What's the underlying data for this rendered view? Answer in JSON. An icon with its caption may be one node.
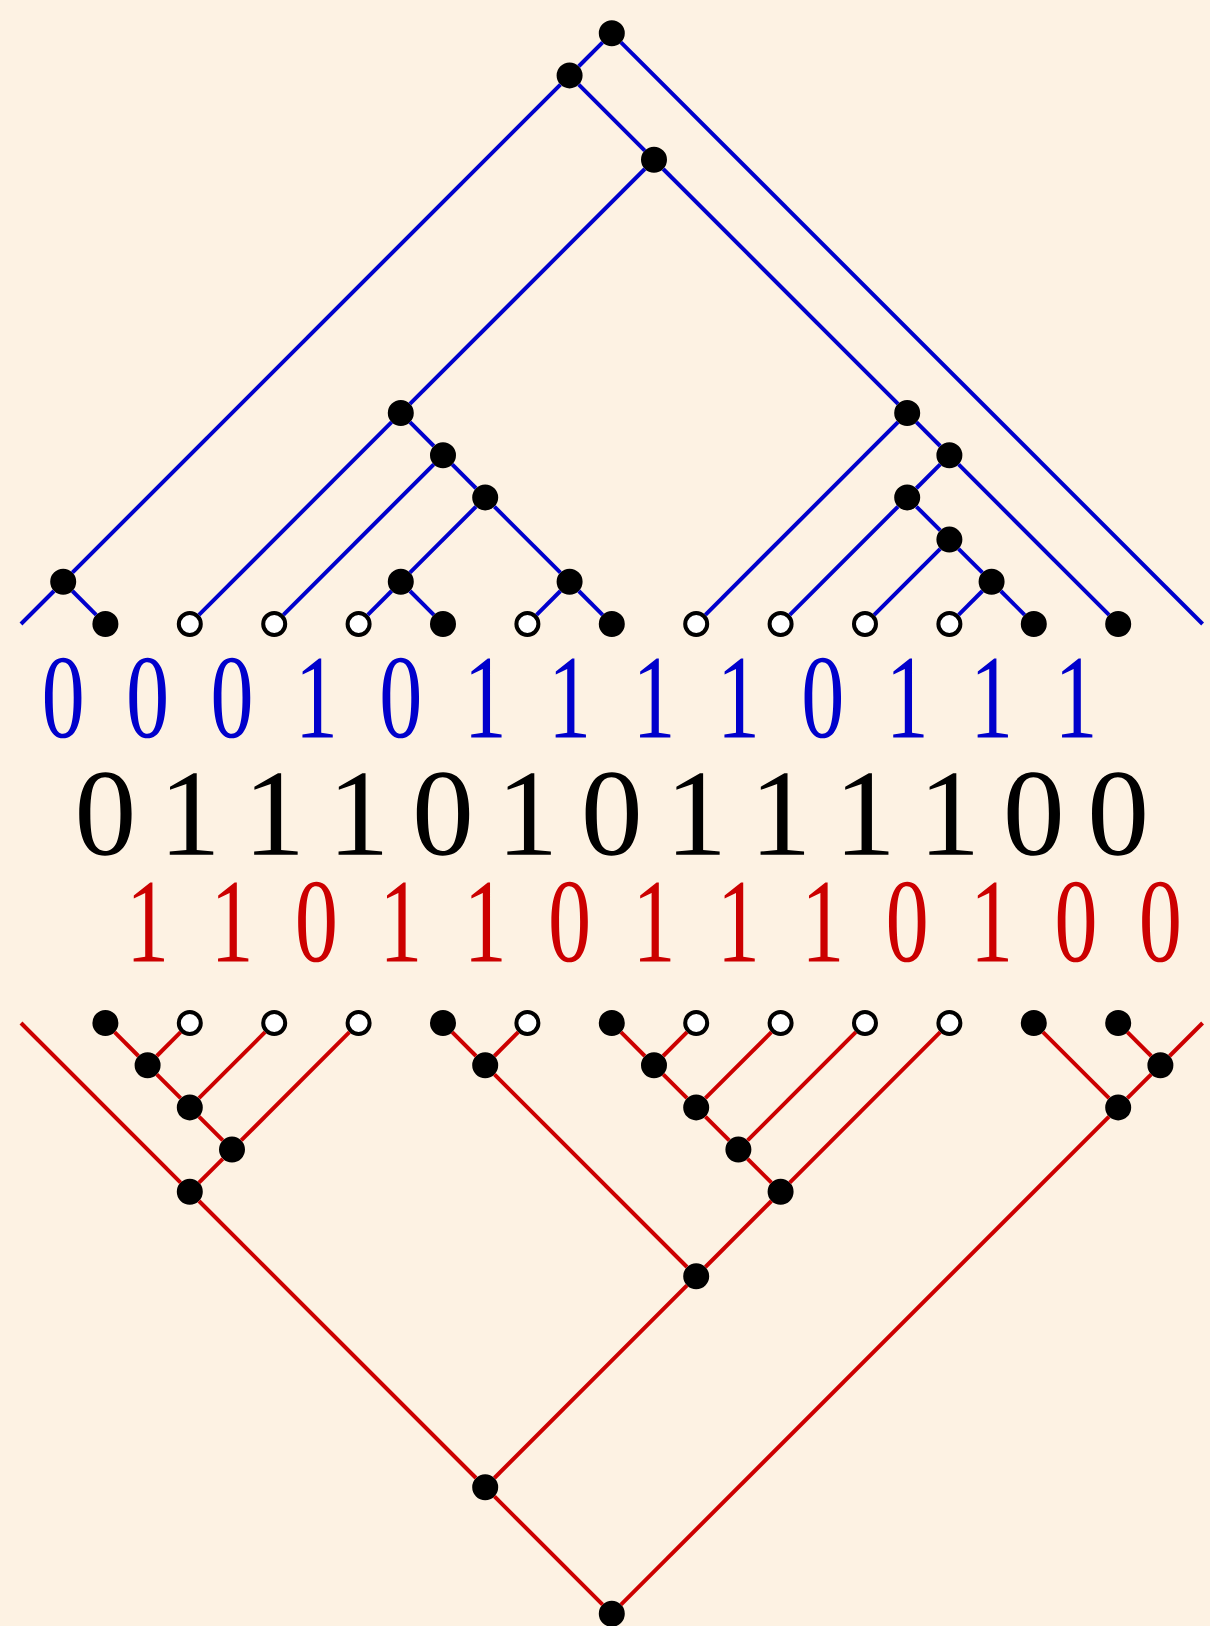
{
  "diagram": {
    "nodes": [
      {
        "text": [],
        "shape": "circle"
      },
      {
        "text": [],
        "shape": "circle"
      },
      {
        "text": [],
        "shape": "circle"
      },
      {
        "text": [],
        "shape": "circle"
      },
      {
        "text": [],
        "shape": "circle"
      },
      {
        "text": [],
        "shape": "circle"
      },
      {
        "text": [],
        "shape": "circle"
      },
      {
        "text": [],
        "shape": "circle"
      },
      {
        "text": [],
        "shape": "circle"
      },
      {
        "text": [],
        "shape": "circle"
      },
      {
        "text": [],
        "shape": "circle"
      },
      {
        "text": [],
        "shape": "circle"
      },
      {
        "text": [],
        "shape": "circle"
      },
      {
        "text": [],
        "shape": "circle"
      },
      {
        "text": [],
        "shape": "circle"
      },
      {
        "text": [],
        "shape": "circle"
      },
      {
        "text": [],
        "shape": "circle"
      },
      {
        "text": [],
        "shape": "circle"
      },
      {
        "text": [],
        "shape": "circle"
      },
      {
        "text": [],
        "shape": "circle"
      },
      {
        "text": [],
        "shape": "circle"
      },
      {
        "text": [],
        "shape": "circle"
      },
      {
        "text": [],
        "shape": "circle"
      },
      {
        "text": [],
        "shape": "circle"
      },
      {
        "text": [],
        "shape": "circle"
      },
      {
        "text": [],
        "shape": "circle"
      },
      {
        "text": [],
        "shape": "circle"
      },
      {
        "text": [],
        "shape": "circle"
      },
      {
        "text": [],
        "shape": "circle"
      },
      {
        "text": [],
        "shape": "circle"
      },
      {
        "text": [],
        "shape": "circle"
      },
      {
        "text": [],
        "shape": "circle"
      },
      {
        "text": [],
        "shape": "circle"
      },
      {
        "text": [],
        "shape": "circle"
      },
      {
        "text": [],
        "shape": "circle"
      },
      {
        "text": [],
        "shape": "circle"
      },
      {
        "text": [],
        "shape": "circle"
      },
      {
        "text": [],
        "shape": "circle"
      },
      {
        "text": [],
        "shape": "circle"
      },
      {
        "text": [],
        "shape": "circle"
      },
      {
        "text": [],
        "shape": "circle"
      },
      {
        "text": [],
        "shape": "circle"
      },
      {
        "text": [],
        "shape": "circle"
      },
      {
        "text": [],
        "shape": "circle"
      },
      {
        "text": [],
        "shape": "circle"
      },
      {
        "text": [],
        "shape": "circle"
      },
      {
        "text": [],
        "shape": "circle"
      },
      {
        "text": [],
        "shape": "circle"
      },
      {
        "text": [],
        "shape": "circle"
      },
      {
        "text": [],
        "shape": "circle"
      },
      {
        "text": [],
        "shape": "circle"
      },
      {
        "text": [],
        "shape": "circle"
      },
      {
        "text": [],
        "shape": "circle"
      },
      {
        "text": [],
        "shape": "circle"
      }
    ],
    "edges": [
      {
        "from": 0,
        "to": 1,
        "arrow": "none",
        "color": "#0000cc"
      },
      {
        "from": 0,
        "to": null,
        "arrow": "none",
        "color": "#0000cc"
      },
      {
        "from": 1,
        "to": 10,
        "arrow": "none",
        "color": "#0000cc"
      },
      {
        "from": 1,
        "to": 2,
        "arrow": "none",
        "color": "#0000cc"
      },
      {
        "from": 10,
        "to": null,
        "arrow": "none",
        "color": "#0000cc"
      },
      {
        "from": 10,
        "to": 14,
        "arrow": "none",
        "color": "#0000cc"
      },
      {
        "from": 2,
        "to": 3,
        "arrow": "none",
        "color": "#0000cc"
      },
      {
        "from": 2,
        "to": 4,
        "arrow": "none",
        "color": "#0000cc"
      },
      {
        "from": 3,
        "to": 15,
        "arrow": "none",
        "color": "#0000cc"
      },
      {
        "from": 3,
        "to": 5,
        "arrow": "none",
        "color": "#0000cc"
      },
      {
        "from": 5,
        "to": 16,
        "arrow": "none",
        "color": "#0000cc"
      },
      {
        "from": 5,
        "to": 7,
        "arrow": "none",
        "color": "#0000cc"
      },
      {
        "from": 7,
        "to": 11,
        "arrow": "none",
        "color": "#0000cc"
      },
      {
        "from": 7,
        "to": 12,
        "arrow": "none",
        "color": "#0000cc"
      },
      {
        "from": 11,
        "to": 17,
        "arrow": "none",
        "color": "#0000cc"
      },
      {
        "from": 11,
        "to": 18,
        "arrow": "none",
        "color": "#0000cc"
      },
      {
        "from": 12,
        "to": 19,
        "arrow": "none",
        "color": "#0000cc"
      },
      {
        "from": 12,
        "to": 20,
        "arrow": "none",
        "color": "#0000cc"
      },
      {
        "from": 4,
        "to": 21,
        "arrow": "none",
        "color": "#0000cc"
      },
      {
        "from": 4,
        "to": 6,
        "arrow": "none",
        "color": "#0000cc"
      },
      {
        "from": 6,
        "to": 8,
        "arrow": "none",
        "color": "#0000cc"
      },
      {
        "from": 6,
        "to": 26,
        "arrow": "none",
        "color": "#0000cc"
      },
      {
        "from": 8,
        "to": 22,
        "arrow": "none",
        "color": "#0000cc"
      },
      {
        "from": 8,
        "to": 9,
        "arrow": "none",
        "color": "#0000cc"
      },
      {
        "from": 9,
        "to": 23,
        "arrow": "none",
        "color": "#0000cc"
      },
      {
        "from": 9,
        "to": 13,
        "arrow": "none",
        "color": "#0000cc"
      },
      {
        "from": 13,
        "to": 24,
        "arrow": "none",
        "color": "#0000cc"
      },
      {
        "from": 13,
        "to": 25,
        "arrow": "none",
        "color": "#0000cc"
      },
      {
        "from": 53,
        "to": 52,
        "arrow": "none",
        "color": "#cc0000"
      },
      {
        "from": 53,
        "to": 46,
        "arrow": "none",
        "color": "#cc0000"
      },
      {
        "from": 52,
        "to": 49,
        "arrow": "none",
        "color": "#cc0000"
      },
      {
        "from": 52,
        "to": 51,
        "arrow": "none",
        "color": "#cc0000"
      },
      {
        "from": 49,
        "to": null,
        "arrow": "none",
        "color": "#cc0000"
      },
      {
        "from": 49,
        "to": 47,
        "arrow": "none",
        "color": "#cc0000"
      },
      {
        "from": 47,
        "to": 44,
        "arrow": "none",
        "color": "#cc0000"
      },
      {
        "from": 47,
        "to": 30,
        "arrow": "none",
        "color": "#cc0000"
      },
      {
        "from": 44,
        "to": 40,
        "arrow": "none",
        "color": "#cc0000"
      },
      {
        "from": 44,
        "to": 29,
        "arrow": "none",
        "color": "#cc0000"
      },
      {
        "from": 40,
        "to": 27,
        "arrow": "none",
        "color": "#cc0000"
      },
      {
        "from": 40,
        "to": 28,
        "arrow": "none",
        "color": "#cc0000"
      },
      {
        "from": 51,
        "to": 41,
        "arrow": "none",
        "color": "#cc0000"
      },
      {
        "from": 51,
        "to": 50,
        "arrow": "none",
        "color": "#cc0000"
      },
      {
        "from": 41,
        "to": 31,
        "arrow": "none",
        "color": "#cc0000"
      },
      {
        "from": 41,
        "to": 32,
        "arrow": "none",
        "color": "#cc0000"
      },
      {
        "from": 50,
        "to": 48,
        "arrow": "none",
        "color": "#cc0000"
      },
      {
        "from": 50,
        "to": 37,
        "arrow": "none",
        "color": "#cc0000"
      },
      {
        "from": 48,
        "to": 45,
        "arrow": "none",
        "color": "#cc0000"
      },
      {
        "from": 48,
        "to": 36,
        "arrow": "none",
        "color": "#cc0000"
      },
      {
        "from": 45,
        "to": 42,
        "arrow": "none",
        "color": "#cc0000"
      },
      {
        "from": 45,
        "to": 35,
        "arrow": "none",
        "color": "#cc0000"
      },
      {
        "from": 42,
        "to": 33,
        "arrow": "none",
        "color": "#cc0000"
      },
      {
        "from": 42,
        "to": 34,
        "arrow": "none",
        "color": "#cc0000"
      },
      {
        "from": 46,
        "to": 38,
        "arrow": "none",
        "color": "#cc0000"
      },
      {
        "from": 46,
        "to": 43,
        "arrow": "none",
        "color": "#cc0000"
      },
      {
        "from": 43,
        "to": 39,
        "arrow": "none",
        "color": "#cc0000"
      },
      {
        "from": 43,
        "to": null,
        "arrow": "none",
        "color": "#cc0000"
      }
    ],
    "labels": [
      "0",
      "0",
      "0",
      "1",
      "0",
      "1",
      "1",
      "1",
      "1",
      "0",
      "1",
      "1",
      "1",
      "0",
      "1",
      "1",
      "1",
      "0",
      "1",
      "0",
      "1",
      "1",
      "1",
      "1",
      "0",
      "0",
      "1",
      "1",
      "0",
      "1",
      "1",
      "0",
      "1",
      "1",
      "1",
      "0",
      "1",
      "0",
      "0"
    ]
  }
}
